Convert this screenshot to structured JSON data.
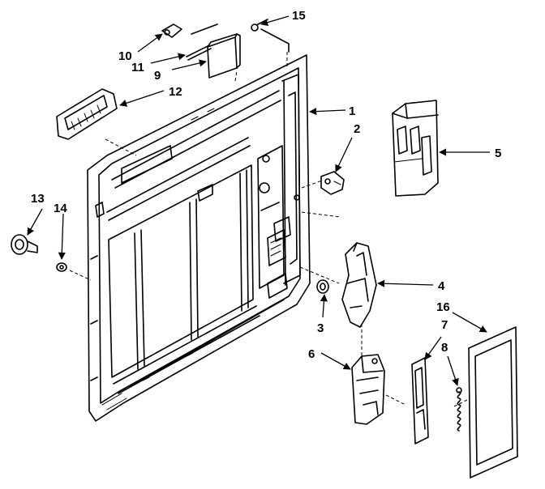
{
  "callouts": [
    {
      "id": "1"
    },
    {
      "id": "2"
    },
    {
      "id": "3"
    },
    {
      "id": "4"
    },
    {
      "id": "5"
    },
    {
      "id": "6"
    },
    {
      "id": "7"
    },
    {
      "id": "8"
    },
    {
      "id": "9"
    },
    {
      "id": "10"
    },
    {
      "id": "11"
    },
    {
      "id": "12"
    },
    {
      "id": "13"
    },
    {
      "id": "14"
    },
    {
      "id": "15"
    },
    {
      "id": "16"
    }
  ]
}
